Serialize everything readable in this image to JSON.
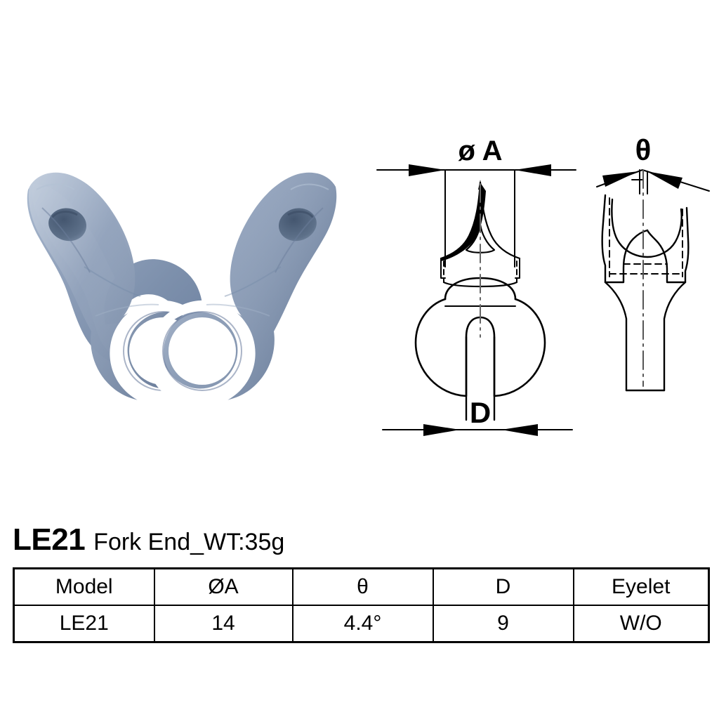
{
  "caption": {
    "model_code": "LE21",
    "description": "Fork End_WT:35g"
  },
  "spec_table": {
    "headers": [
      "Model",
      "ØA",
      "θ",
      "D",
      "Eyelet"
    ],
    "rows": [
      [
        "LE21",
        "14",
        "4.4°",
        "9",
        "W/O"
      ]
    ]
  },
  "drawing": {
    "front_view": {
      "dimension_top_label": "ø A",
      "dimension_bottom_label": "D"
    },
    "side_view": {
      "angle_label": "θ"
    }
  },
  "photo": {
    "left_part_name": "fork-end-dropout-left",
    "right_part_name": "fork-end-dropout-right",
    "metal_color": "#8a9bb5",
    "metal_shadow": "#5f7290",
    "metal_highlight": "#aebdd2"
  },
  "colors": {
    "line": "#000000",
    "background": "#ffffff"
  }
}
